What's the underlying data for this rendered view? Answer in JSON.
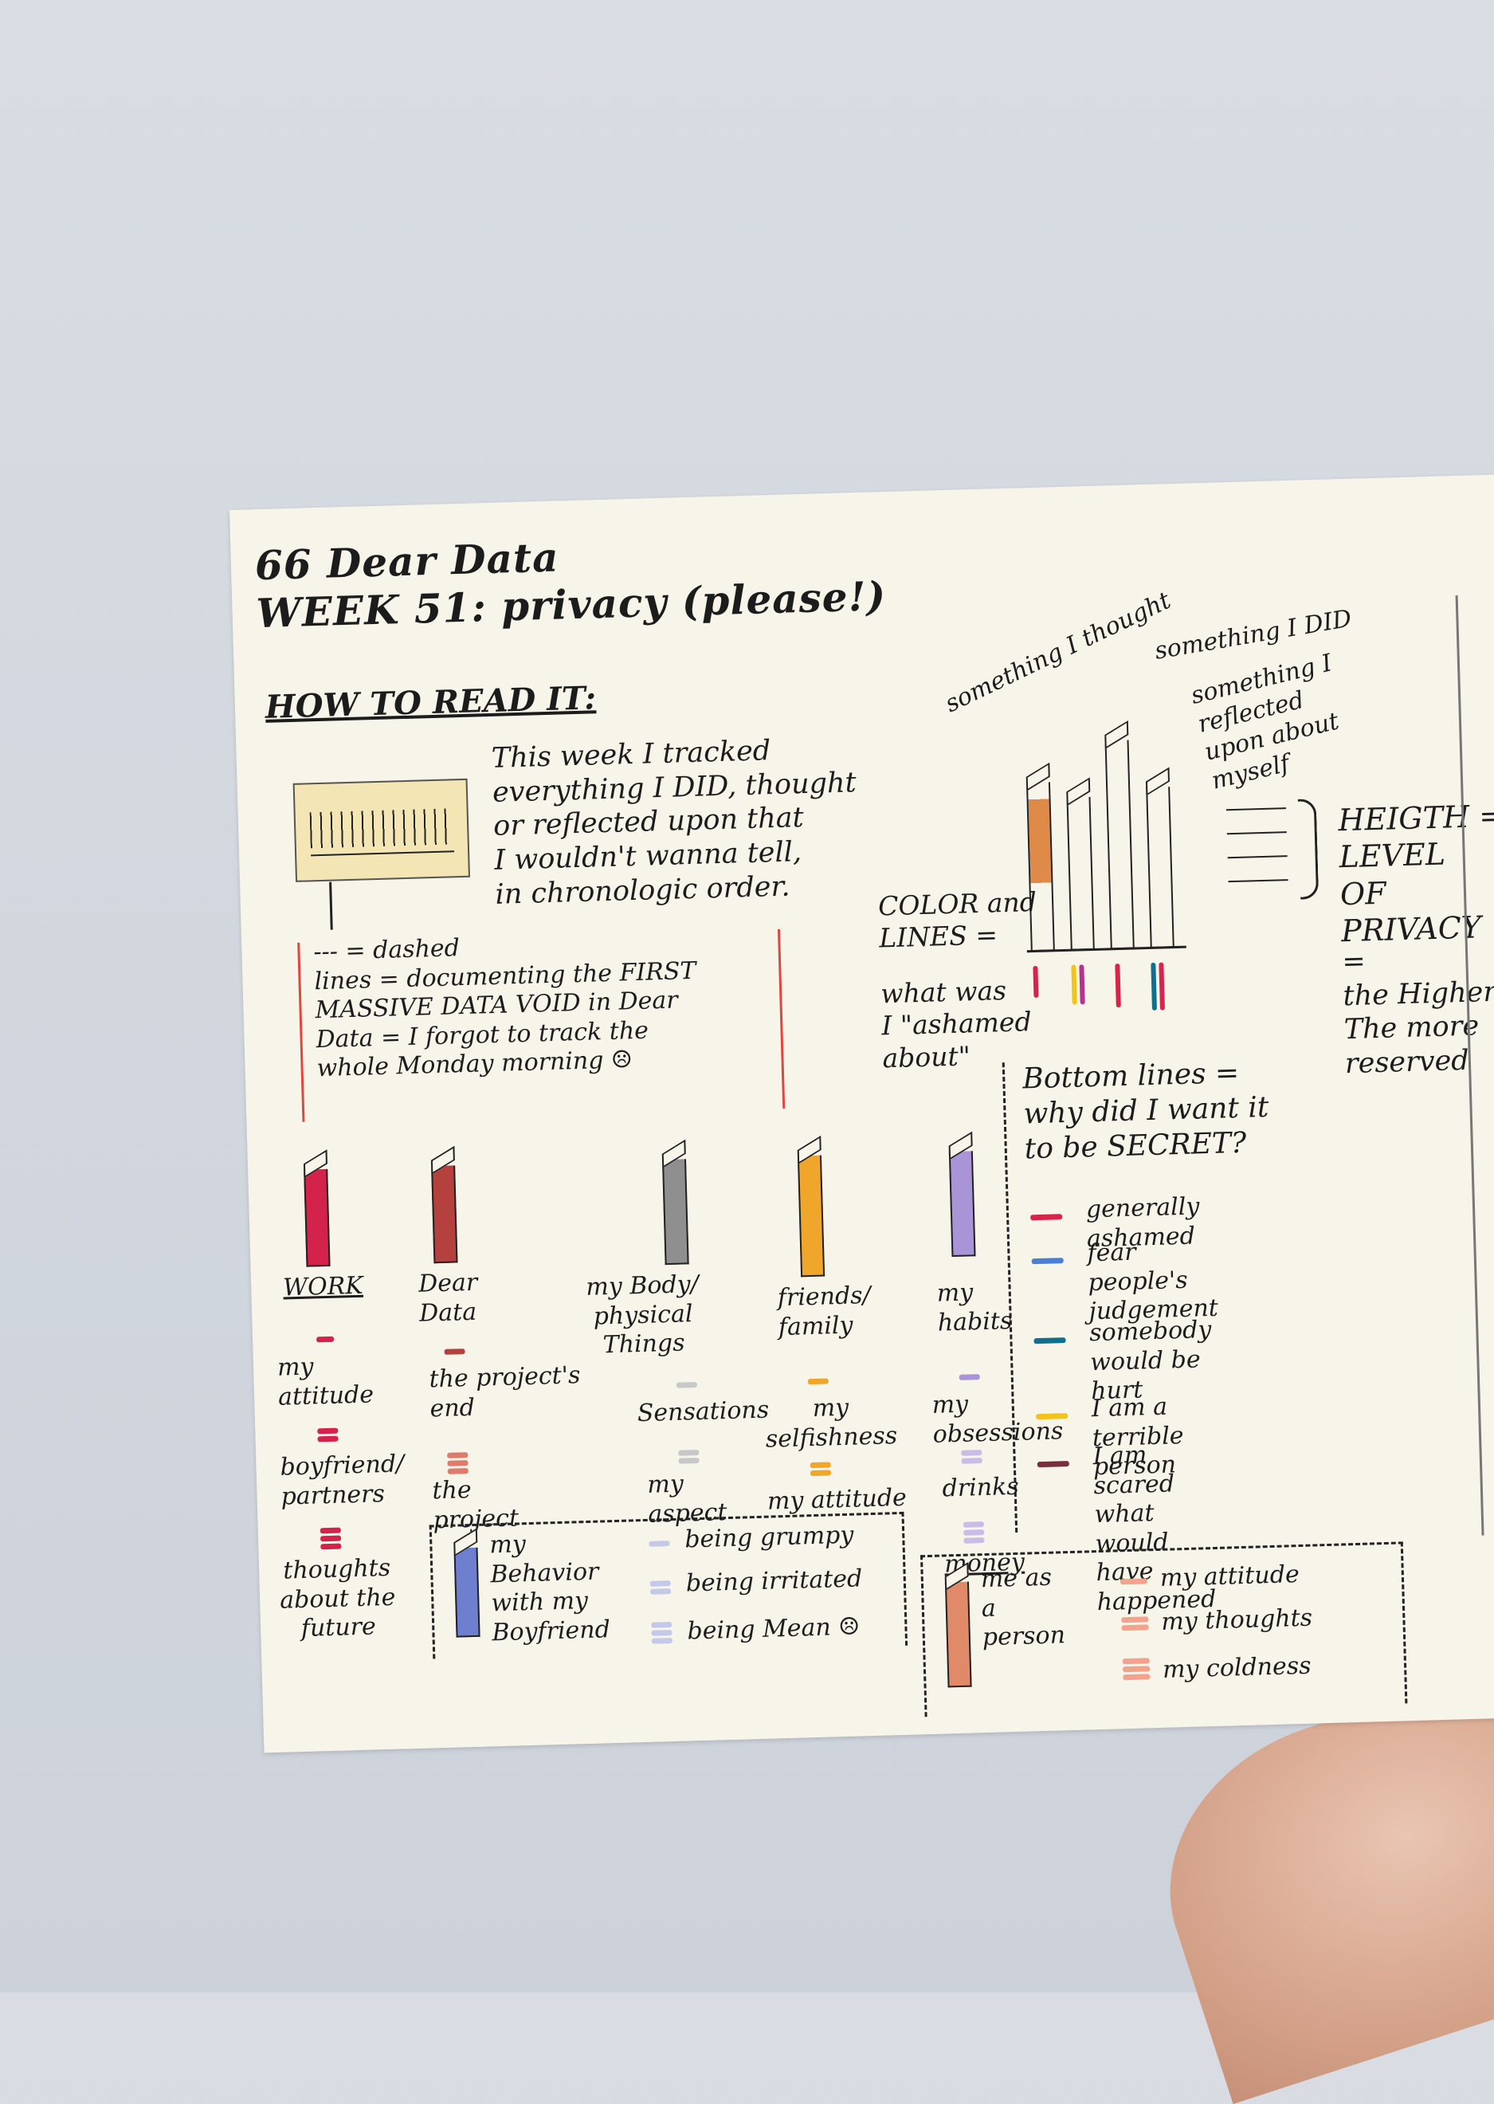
{
  "title": {
    "line1": "66 Dear Data",
    "line2": "WEEK 51: privacy (please!)"
  },
  "how_to_read": {
    "heading": "HOW TO READ IT:",
    "intro": "This week I tracked\neverything I DID, thought\nor reflected upon that\nI wouldn't wanna tell,\nin chronologic order.",
    "dashed_note": "--- = dashed\nlines = documenting the FIRST\nMASSIVE DATA VOID in Dear\nData = I forgot to track the\nwhole Monday morning ☹"
  },
  "key": {
    "types": [
      "something I thought",
      "something I DID",
      "something I\nreflected\nupon about\nmyself"
    ],
    "height_label": "HEIGTH =\nLEVEL\nOF\nPRIVACY",
    "height_note": "=\nthe Higher\nThe more\nreserved",
    "color_label": "COLOR and\nLINES =",
    "color_note": "what was\nI \"ashamed\nabout\"",
    "bottom_lines": "Bottom lines =\nwhy did I want it\nto be SECRET?"
  },
  "reasons": [
    {
      "label": "generally ashamed",
      "color": "#d6244a"
    },
    {
      "label": "fear people's\njudgement",
      "color": "#4b7fd6"
    },
    {
      "label": "somebody would be\nhurt",
      "color": "#0f6f8f"
    },
    {
      "label": "I am a terrible person",
      "color": "#f2c318"
    },
    {
      "label": "I am scared what\nwould have\nhappened",
      "color": "#7a2d3c"
    }
  ],
  "categories": [
    {
      "name": "WORK",
      "color": "#d3234a",
      "subs": [
        "my\nattitude",
        "boyfriend/\npartners",
        "thoughts\nabout the\nfuture"
      ]
    },
    {
      "name": "Dear\nData",
      "color": "#b5413f",
      "subs": [
        "the project's\nend",
        "the\nproject"
      ]
    },
    {
      "name": "my Body/\nphysical\nThings",
      "color": "#8f8f8f",
      "subs": [
        "Sensations",
        "my\naspect"
      ]
    },
    {
      "name": "friends/\nfamily",
      "color": "#f0a62a",
      "subs": [
        "my\nselfishness",
        "my attitude"
      ]
    },
    {
      "name": "my\nhabits",
      "color": "#a994d8",
      "subs": [
        "my\nobsessions",
        "drinks",
        "money"
      ]
    }
  ],
  "boyfriend_box": {
    "title": "my\nBehavior\nwith my\nBoyfriend",
    "color": "#6f7fd0",
    "items": [
      "being grumpy",
      "being irritated",
      "being Mean ☹"
    ]
  },
  "person_box": {
    "title": "me as\na\nperson",
    "color": "#e08a6a",
    "items": [
      "my attitude",
      "my thoughts",
      "my coldness"
    ]
  }
}
